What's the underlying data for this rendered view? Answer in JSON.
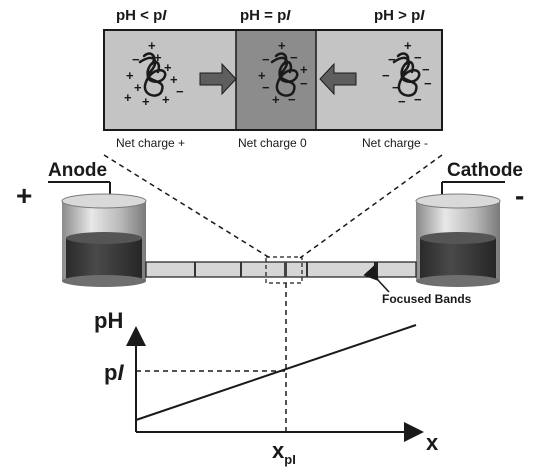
{
  "panel": {
    "headers": [
      {
        "text": "pH < p",
        "italic": "I"
      },
      {
        "text": "pH = p",
        "italic": "I"
      },
      {
        "text": "pH > p",
        "italic": "I"
      }
    ],
    "captions": [
      "Net charge +",
      "Net charge 0",
      "Net charge -"
    ]
  },
  "electrodes": {
    "anode_label": "Anode",
    "anode_sign": "+",
    "cathode_label": "Cathode",
    "cathode_sign": "-"
  },
  "gel": {
    "annotation": "Focused Bands"
  },
  "graph": {
    "y_axis_label": "pH",
    "x_axis_label": "x",
    "y_marker": {
      "text": "p",
      "italic": "I"
    },
    "x_marker": {
      "text": "x",
      "subscript": "pI"
    }
  },
  "colors": {
    "panel_bg": "#c4c4c4",
    "panel_center_bg": "#8c8c8c",
    "arrow_fill": "#5e5e5e",
    "liquid": "#3a3a3a"
  }
}
